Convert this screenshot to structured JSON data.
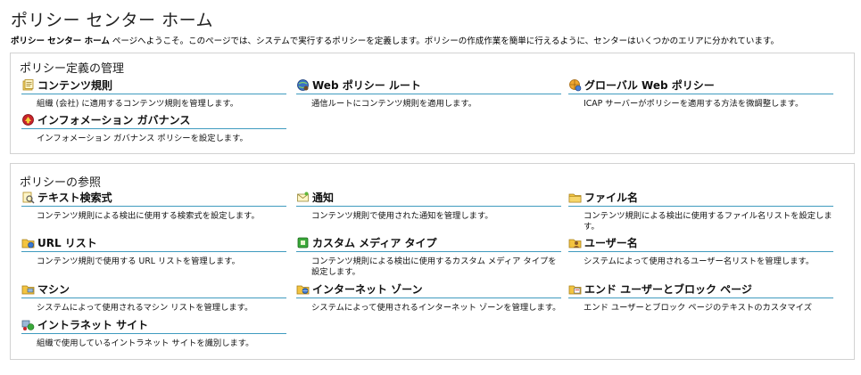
{
  "page": {
    "title": "ポリシー センター ホーム",
    "intro_bold": "ポリシー センター ホーム",
    "intro_rest": " ページへようこそ。このページでは、システムで実行するポリシーを定義します。ポリシーの作成作業を簡単に行えるように、センターはいくつかのエリアに分かれています。"
  },
  "sections": {
    "management": {
      "title": "ポリシー定義の管理",
      "items": [
        {
          "title": "コンテンツ規則",
          "desc": "組織 (会社) に適用するコンテンツ規則を管理します。",
          "icon": "document-rules-icon"
        },
        {
          "title": "Web ポリシー ルート",
          "desc": "通信ルートにコンテンツ規則を適用します。",
          "icon": "web-route-icon"
        },
        {
          "title": "グローバル Web ポリシー",
          "desc": "ICAP サーバーがポリシーを適用する方法を微調整します。",
          "icon": "global-globe-icon"
        },
        {
          "title": "インフォメーション ガバナンス",
          "desc": "インフォメーション ガバナンス ポリシーを設定します。",
          "icon": "governance-icon"
        }
      ]
    },
    "references": {
      "title": "ポリシーの参照",
      "items": [
        {
          "title": "テキスト検索式",
          "desc": "コンテンツ規則による検出に使用する検索式を設定します。",
          "icon": "text-search-icon"
        },
        {
          "title": "通知",
          "desc": "コンテンツ規則で使用された通知を管理します。",
          "icon": "notification-icon"
        },
        {
          "title": "ファイル名",
          "desc": "コンテンツ規則による検出に使用するファイル名リストを設定します。",
          "icon": "folder-icon"
        },
        {
          "title": "URL リスト",
          "desc": "コンテンツ規則で使用する URL リストを管理します。",
          "icon": "url-list-icon"
        },
        {
          "title": "カスタム メディア タイプ",
          "desc": "コンテンツ規則による検出に使用するカスタム メディア タイプを設定します。",
          "icon": "media-type-icon"
        },
        {
          "title": "ユーザー名",
          "desc": "システムによって使用されるユーザー名リストを管理します。",
          "icon": "user-folder-icon"
        },
        {
          "title": "マシン",
          "desc": "システムによって使用されるマシン リストを管理します。",
          "icon": "machine-icon"
        },
        {
          "title": "インターネット ゾーン",
          "desc": "システムによって使用されるインターネット ゾーンを管理します。",
          "icon": "internet-zone-icon"
        },
        {
          "title": "エンド ユーザーとブロック ページ",
          "desc": "エンド ユーザーとブロック ページのテキストのカスタマイズ",
          "icon": "block-page-icon"
        },
        {
          "title": "イントラネット サイト",
          "desc": "組織で使用しているイントラネット サイトを識別します。",
          "icon": "intranet-icon"
        }
      ]
    }
  },
  "colors": {
    "underline": "#3f9bbf",
    "panel_border": "#d2d2d2"
  }
}
